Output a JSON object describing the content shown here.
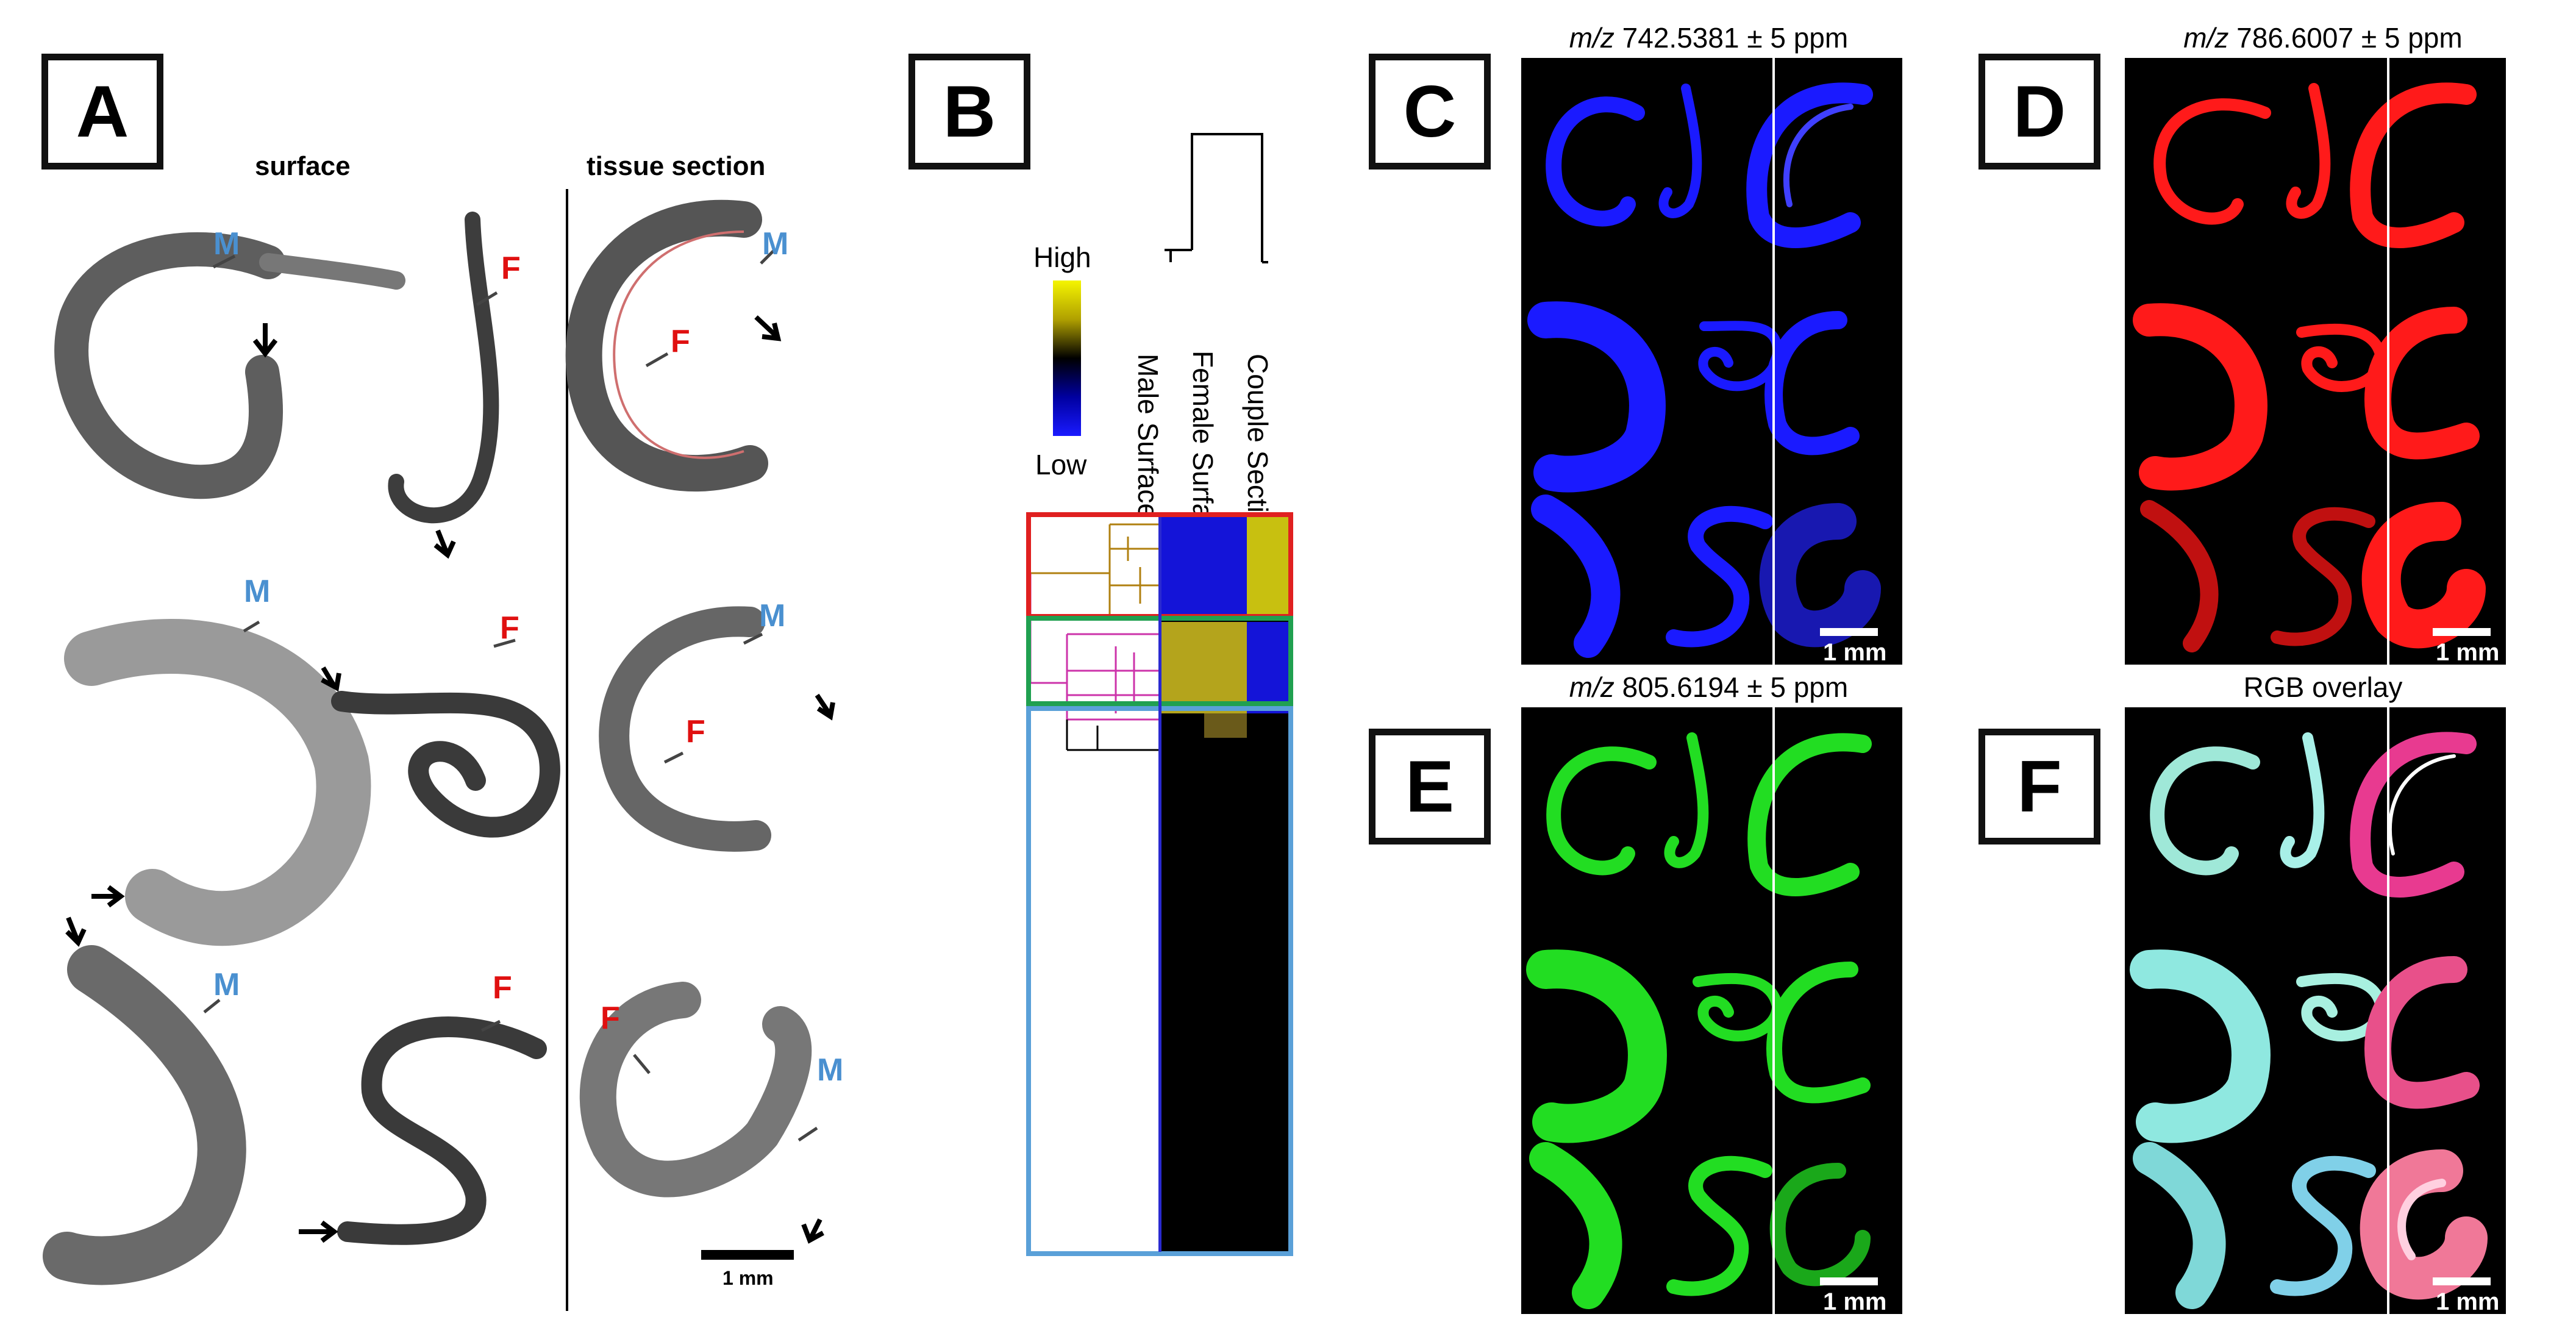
{
  "panels": {
    "a": {
      "letter": "A",
      "head_surface": "surface",
      "head_tissue": "tissue section",
      "labels": {
        "m": "M",
        "f": "F"
      },
      "scale": "1 mm"
    },
    "b": {
      "letter": "B",
      "legend_high": "High",
      "legend_low": "Low",
      "columns": [
        "Male Surface",
        "Female Surface",
        "Couple Section"
      ]
    },
    "c": {
      "letter": "C",
      "title_italic": "m/z",
      "title_rest": " 742.5381 ± 5 ppm",
      "scale": "1 mm",
      "color": "#1a1aff"
    },
    "d": {
      "letter": "D",
      "title_italic": "m/z",
      "title_rest": " 786.6007 ± 5 ppm",
      "scale": "1 mm",
      "color": "#ff1a1a"
    },
    "e": {
      "letter": "E",
      "title_italic": "m/z",
      "title_rest": " 805.6194 ± 5 ppm",
      "scale": "1 mm",
      "color": "#22dd22"
    },
    "f": {
      "letter": "F",
      "title": "RGB overlay",
      "scale": "1 mm",
      "color": "#8fe8e0"
    }
  },
  "colors": {
    "male_label": "#4a90d0",
    "female_label": "#e01010",
    "cluster_red": "#e02020",
    "cluster_green": "#20a050",
    "cluster_blue": "#5aa0d8"
  }
}
